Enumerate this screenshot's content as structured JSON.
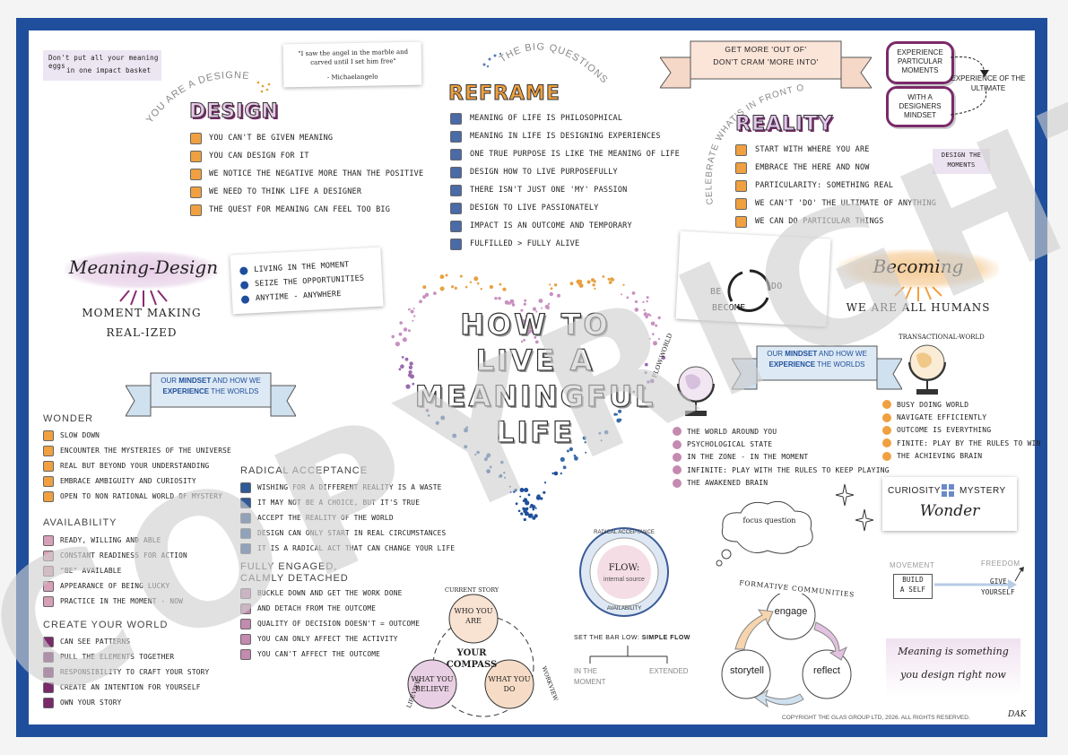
{
  "colors": {
    "frame": "#1f4f9c",
    "orange": "#f0a040",
    "blue": "#4a6aa8",
    "mauve": "#c48ab0",
    "plum": "#7a2a6a",
    "pink": "#d8a0b8",
    "watermark": "#cfcfcf"
  },
  "watermark": "COPYRIGHT",
  "top_note": {
    "line1": "Don't put all your meaning eggs",
    "line2": "in one impact basket"
  },
  "quote": {
    "text": "\"I saw the angel in the marble and carved until I set him free\"",
    "author": "- Michaelangelo"
  },
  "designer_arc": "YOU ARE A DESIGNER",
  "design": {
    "title": "DESIGN",
    "items": [
      "You can't be given meaning",
      "You can design for it",
      "We notice the negative more than the positive",
      "We need to think life a designer",
      "The quest for meaning can feel too big"
    ]
  },
  "big_questions_arc": "THE BIG QUESTIONS",
  "reframe": {
    "title": "REFRAME",
    "items": [
      "Meaning of life is philosophical",
      "Meaning in life is designing experiences",
      "One true purpose is like the meaning of life",
      "Design how to live purposefully",
      "There isn't just one 'my' passion",
      "Design to live passionately",
      "Impact is an outcome and temporary",
      "Fulfilled > Fully alive"
    ]
  },
  "banner_top": {
    "line1": "GET MORE 'OUT OF'",
    "line2": "DON'T CRAM 'MORE INTO'"
  },
  "experience_boxes": {
    "box1": "EXPERIENCE PARTICULAR MOMENTS",
    "box2": "WITH A DESIGNERS MINDSET",
    "side": "EXPERIENCE OF THE ULTIMATE"
  },
  "celebrate_arc": "CELEBRATE WHAT'S IN FRONT OF YOU",
  "reality": {
    "title": "REALITY",
    "items": [
      "Start with where you are",
      "Embrace the here and now",
      "Particularity: something real",
      "We can't 'do' the ultimate of anything",
      "We can do particular things"
    ]
  },
  "design_moments": "DESIGN THE MOMENTS",
  "meaning_design": {
    "title": "Meaning-Design",
    "sub1": "MOMENT MAKING",
    "sub2": "REAL-IZED"
  },
  "moment_note": {
    "items": [
      "Living in the moment",
      "Seize the opportunities",
      "Anytime - anywhere"
    ]
  },
  "center_title": {
    "line1": "HOW TO",
    "line2": "LIVE A",
    "line3": "MEANINGFUL",
    "line4": "LIFE"
  },
  "cycle": {
    "be": "BE",
    "do": "DO",
    "become": "BECOME"
  },
  "becoming": {
    "title": "Becoming",
    "sub": "WE ARE ALL HUMANS"
  },
  "mindset_banner_left": {
    "line1a": "OUR ",
    "line1b": "MINDSET",
    "line1c": " AND HOW WE",
    "line2a": "EXPERIENCE",
    "line2b": " THE WORLDS"
  },
  "mindset_banner_right": {
    "line1a": "OUR ",
    "line1b": "MINDSET",
    "line1c": " AND HOW WE",
    "line2a": "EXPERIENCE",
    "line2b": " THE WORLDS"
  },
  "flow_world": "FLOW-WORLD",
  "transactional_world": "TRANSACTIONAL-WORLD",
  "flow_world_list": [
    "The world around you",
    "Psychological state",
    "In the zone - in the moment",
    "Infinite: play with the rules to keep playing",
    "The awakened brain"
  ],
  "transactional_list": [
    "Busy doing world",
    "Navigate efficiently",
    "Outcome is everything",
    "Finite: play by the rules to win",
    "The achieving brain"
  ],
  "wonder": {
    "heading": "WONDER",
    "items": [
      "Slow down",
      "Encounter the mysteries of the universe",
      "Real but beyond your understanding",
      "Embrace ambiguity and curiosity",
      "Open to non rational world of mystery"
    ]
  },
  "availability": {
    "heading": "AVAILABILITY",
    "items": [
      "Ready, willing and able",
      "Constant readiness for action",
      "\"Be\" available",
      "Appearance of being lucky",
      "Practice in the moment - now"
    ]
  },
  "create_world": {
    "heading": "CREATE YOUR WORLD",
    "items": [
      "Can see patterns",
      "Pull the elements together",
      "Responsibility to craft your story",
      "Create an intention for yourself",
      "Own your story"
    ]
  },
  "radical": {
    "heading": "RADICAL ACCEPTANCE",
    "items": [
      "Wishing for a different reality is a waste",
      "It may not be a choice, but it's true",
      "Accept the reality of the world",
      "Design can only start in real circumstances",
      "It is a radical act that can change your life"
    ]
  },
  "engaged": {
    "heading1": "FULLY ENGAGED,",
    "heading2": "CALMLY DETACHED",
    "items": [
      "Buckle down and get the work done",
      "And detach from the outcome",
      "Quality of decision doesn't = outcome",
      "You can only affect the activity",
      "You can't affect the outcome"
    ]
  },
  "compass": {
    "top": "WHO YOU ARE",
    "left": "WHAT YOU BELIEVE",
    "right": "WHAT YOU DO",
    "center1": "YOUR",
    "center2": "COMPASS",
    "arc_top": "CURRENT STORY",
    "arc_left": "LIFEVIEW",
    "arc_right": "WORKVIEW"
  },
  "flow_circle": {
    "title": "FLOW:",
    "sub": "internal source",
    "arc_top": "RADICAL ACCEPTANCE",
    "arc_bottom": "AVAILABILITY"
  },
  "set_bar": {
    "label": "SET THE BAR LOW: ",
    "bold": "SIMPLE FLOW",
    "left1": "IN THE",
    "left2": "MOMENT",
    "right": "EXTENDED"
  },
  "focus_question": "focus question",
  "curiosity": {
    "left": "CURIOSITY",
    "right": "MYSTERY",
    "script": "Wonder"
  },
  "movement": {
    "label": "MOVEMENT",
    "box1": "BUILD",
    "box2": "A SELF",
    "freedom": "FREEDOM",
    "give1": "GIVE",
    "give2": "YOURSELF"
  },
  "formative": {
    "title": "FORMATIVE COMMUNITIES",
    "engage": "engage",
    "reflect": "reflect",
    "storytell": "storytell"
  },
  "meaning_script": {
    "line1": "Meaning is something",
    "line2": "you design right now"
  },
  "copyright": "COPYRIGHT THE GLAS GROUP LTD, 2026. ALL RIGHTS RESERVED.",
  "signature": "DAK"
}
